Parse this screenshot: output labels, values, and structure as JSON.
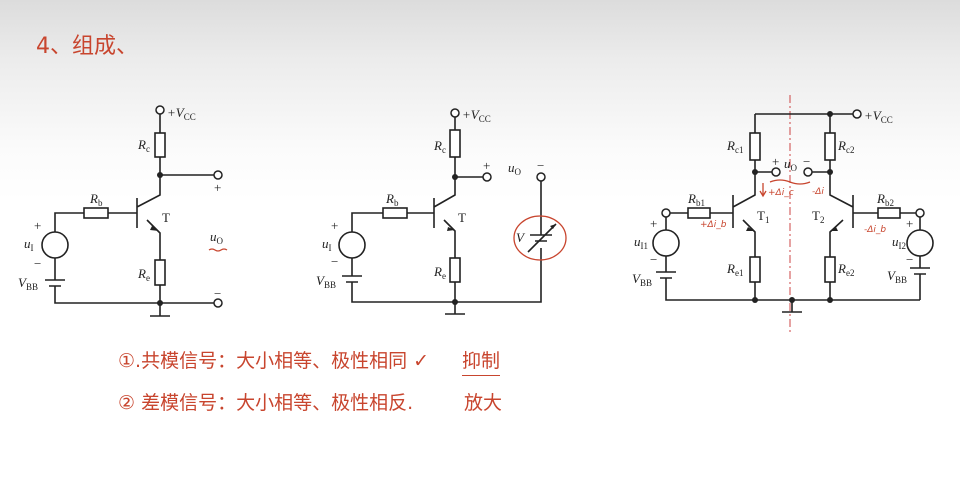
{
  "heading": "4、组成、",
  "circuits": {
    "c1": {
      "vcc": "+V",
      "vcc_sub": "CC",
      "rc": "R",
      "rc_sub": "c",
      "rb": "R",
      "rb_sub": "b",
      "re": "R",
      "re_sub": "e",
      "t": "T",
      "u1": "u",
      "u1_sub": "I",
      "vbb": "V",
      "vbb_sub": "BB",
      "uo": "u",
      "uo_sub": "O",
      "plus": "+",
      "minus": "−"
    },
    "c2": {
      "vcc": "+V",
      "vcc_sub": "CC",
      "rc": "R",
      "rc_sub": "c",
      "rb": "R",
      "rb_sub": "b",
      "re": "R",
      "re_sub": "e",
      "t": "T",
      "u1": "u",
      "u1_sub": "I",
      "vbb": "V",
      "vbb_sub": "BB",
      "uo": "u",
      "uo_sub": "O",
      "v": "V",
      "plus": "+",
      "minus": "−"
    },
    "c3": {
      "vcc": "+V",
      "vcc_sub": "CC",
      "rc1": "R",
      "rc1_sub": "c1",
      "rc2": "R",
      "rc2_sub": "c2",
      "rb1": "R",
      "rb1_sub": "b1",
      "rb2": "R",
      "rb2_sub": "b2",
      "re1": "R",
      "re1_sub": "e1",
      "re2": "R",
      "re2_sub": "e2",
      "t1": "T",
      "t1_sub": "1",
      "t2": "T",
      "t2_sub": "2",
      "ui1": "u",
      "ui1_sub": "I1",
      "ui2": "u",
      "ui2_sub": "I2",
      "vbb": "V",
      "vbb_sub": "BB",
      "uo": "u",
      "uo_sub": "O",
      "plus": "+",
      "minus": "−",
      "ann_ic": "+Δi_c",
      "ann_ic2": "-Δi",
      "ann_ib1": "+Δi_b",
      "ann_ib2": "-Δi_b"
    }
  },
  "notes": [
    {
      "text": "①.共模信号：大小相等、极性相同 ✓",
      "result": "抑制"
    },
    {
      "text": "② 差模信号：大小相等、极性相反.",
      "result": "放大"
    }
  ],
  "colors": {
    "annotation": "#c8452e",
    "ink": "#222222"
  }
}
